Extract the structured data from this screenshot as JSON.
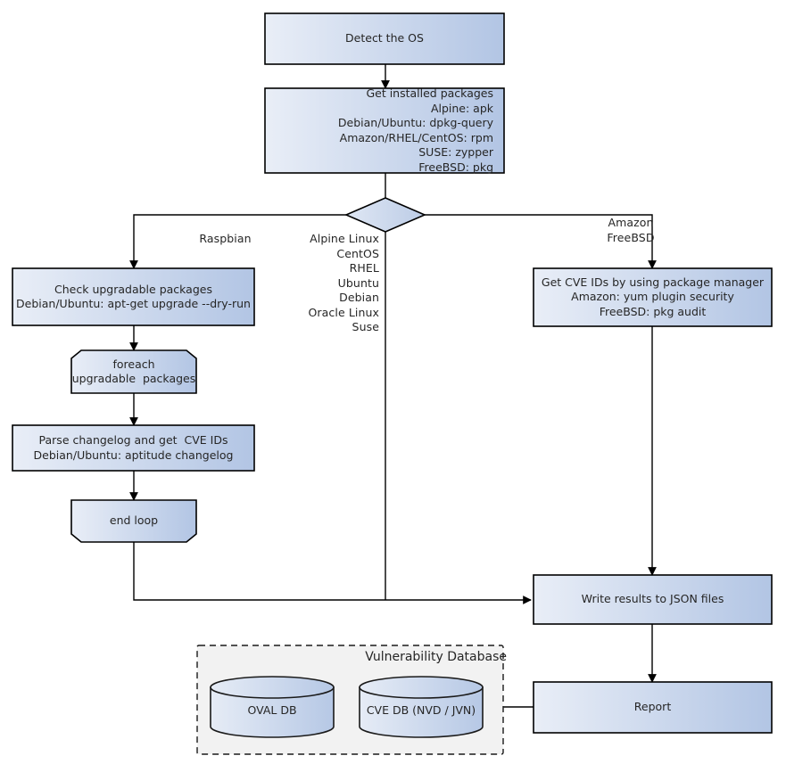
{
  "diagram": {
    "title": "Vulnerability scanning flowchart",
    "colors": {
      "box_fill_start": "#e9eef7",
      "box_fill_end": "#b2c5e4",
      "box_stroke": "#000000",
      "text": "#262626",
      "group_fill": "#f2f2f2",
      "group_stroke": "#1a1a1a",
      "canvas": "#ffffff"
    },
    "nodes": [
      {
        "id": "detect-os",
        "shape": "process",
        "align": "center",
        "lines": [
          "Detect the OS"
        ]
      },
      {
        "id": "get-installed-packages",
        "shape": "process",
        "align": "right",
        "lines": [
          "Get installed packages",
          "Alpine: apk",
          "Debian/Ubuntu: dpkg-query",
          "Amazon/RHEL/CentOS: rpm",
          "SUSE: zypper",
          "FreeBSD: pkg"
        ]
      },
      {
        "id": "os-decision",
        "shape": "decision",
        "align": "center",
        "lines": [
          ""
        ]
      },
      {
        "id": "check-upgradable-packages",
        "shape": "process",
        "align": "center",
        "lines": [
          "Check upgradable packages",
          "Debian/Ubuntu: apt-get upgrade --dry-run"
        ]
      },
      {
        "id": "foreach-upgradable-packages",
        "shape": "loop-start",
        "align": "center",
        "lines": [
          "foreach",
          "upgradable  packages"
        ]
      },
      {
        "id": "parse-changelog",
        "shape": "process",
        "align": "center",
        "lines": [
          "Parse changelog and get  CVE IDs",
          "Debian/Ubuntu: aptitude changelog"
        ]
      },
      {
        "id": "end-loop",
        "shape": "loop-end",
        "align": "center",
        "lines": [
          "end loop"
        ]
      },
      {
        "id": "get-cve-ids-package-manager",
        "shape": "process",
        "align": "center",
        "lines": [
          "Get CVE IDs by using package manager",
          "Amazon: yum plugin security",
          "FreeBSD: pkg audit"
        ]
      },
      {
        "id": "write-results-json",
        "shape": "process",
        "align": "center",
        "lines": [
          "Write results to JSON files"
        ]
      },
      {
        "id": "report",
        "shape": "process",
        "align": "center",
        "lines": [
          "Report"
        ]
      },
      {
        "id": "oval-db",
        "shape": "cylinder",
        "align": "center",
        "lines": [
          "OVAL DB"
        ]
      },
      {
        "id": "cve-db",
        "shape": "cylinder",
        "align": "center",
        "lines": [
          "CVE DB (NVD / JVN)"
        ]
      }
    ],
    "group": {
      "id": "vulnerability-database",
      "title": "Vulnerability Database"
    },
    "edge_labels": {
      "raspbian": "Raspbian",
      "middle_os_list": "Alpine Linux\nCentOS\nRHEL\nUbuntu\nDebian\nOracle Linux\nSuse",
      "amazon_freebsd": "Amazon\nFreeBSD"
    }
  }
}
